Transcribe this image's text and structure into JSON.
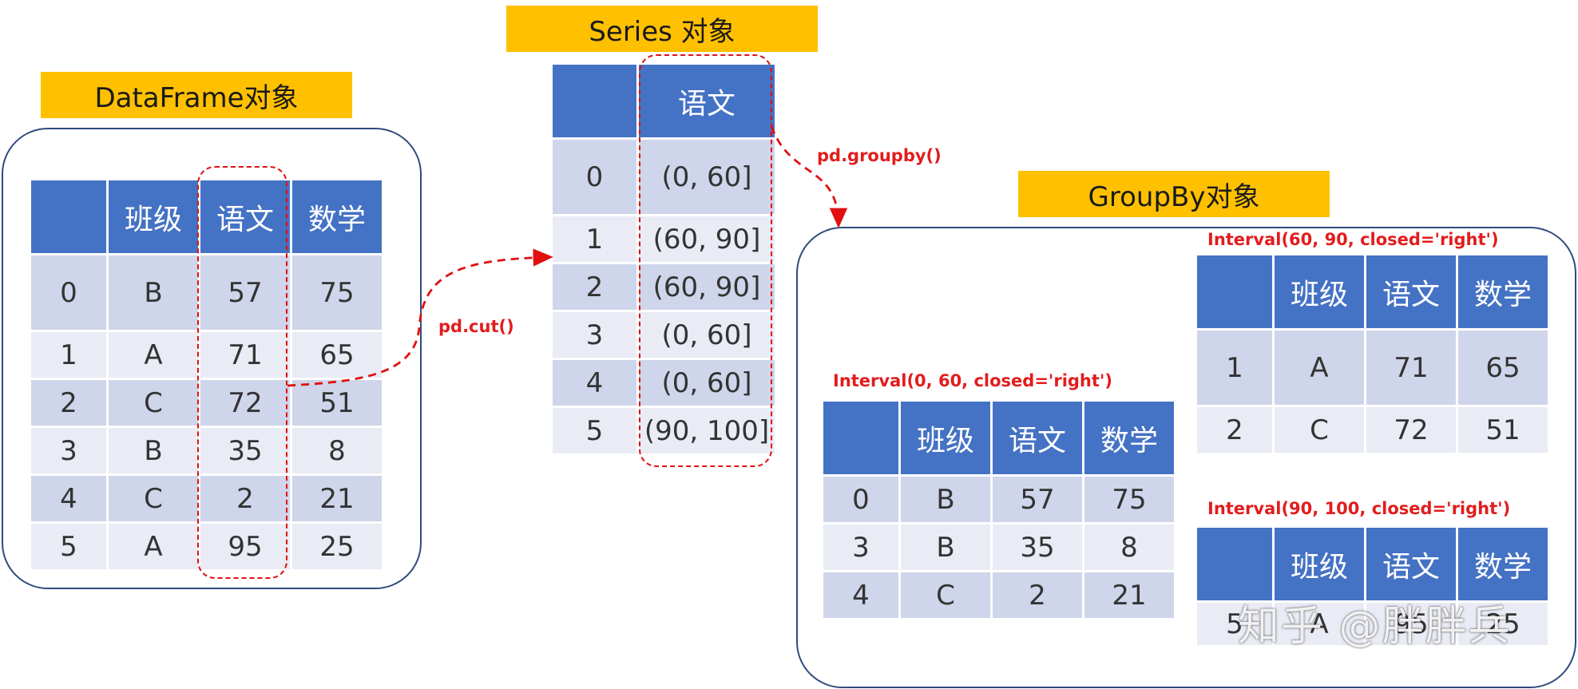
{
  "dataframe": {
    "title": "DataFrame对象",
    "headers": [
      "",
      "班级",
      "语文",
      "数学"
    ],
    "rows": [
      [
        "0",
        "B",
        "57",
        "75"
      ],
      [
        "1",
        "A",
        "71",
        "65"
      ],
      [
        "2",
        "C",
        "72",
        "51"
      ],
      [
        "3",
        "B",
        "35",
        "8"
      ],
      [
        "4",
        "C",
        "2",
        "21"
      ],
      [
        "5",
        "A",
        "95",
        "25"
      ]
    ]
  },
  "series": {
    "title": "Series 对象",
    "headers": [
      "",
      "语文"
    ],
    "rows": [
      [
        "0",
        "(0, 60]"
      ],
      [
        "1",
        "(60, 90]"
      ],
      [
        "2",
        "(60, 90]"
      ],
      [
        "3",
        "(0, 60]"
      ],
      [
        "4",
        "(0, 60]"
      ],
      [
        "5",
        "(90, 100]"
      ]
    ]
  },
  "groupby": {
    "title": "GroupBy对象",
    "headers": [
      "",
      "班级",
      "语文",
      "数学"
    ],
    "groups": [
      {
        "label": "Interval(0, 60, closed='right')",
        "rows": [
          [
            "0",
            "B",
            "57",
            "75"
          ],
          [
            "3",
            "B",
            "35",
            "8"
          ],
          [
            "4",
            "C",
            "2",
            "21"
          ]
        ]
      },
      {
        "label": "Interval(60, 90, closed='right')",
        "rows": [
          [
            "1",
            "A",
            "71",
            "65"
          ],
          [
            "2",
            "C",
            "72",
            "51"
          ]
        ]
      },
      {
        "label": "Interval(90, 100, closed='right')",
        "rows": [
          [
            "5",
            "A",
            "95",
            "25"
          ]
        ]
      }
    ]
  },
  "arrows": {
    "cut_label": "pd.cut()",
    "groupby_label": "pd.groupby()"
  },
  "watermark": "知乎 @胖胖兵",
  "colors": {
    "header_blue": "#4472c4",
    "row_dark": "#cfd5ea",
    "row_light": "#e9ebf5",
    "title_gold": "#ffc000",
    "accent_red": "#e01010",
    "frame_navy": "#2f4b7c"
  }
}
